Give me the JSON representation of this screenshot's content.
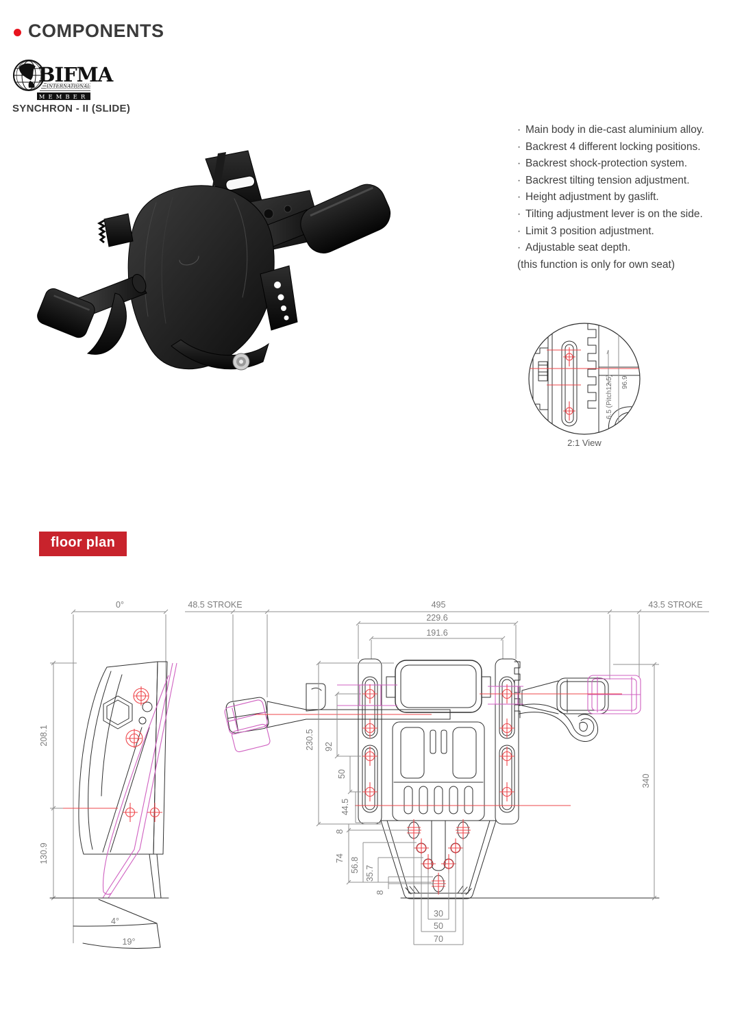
{
  "header": {
    "title": "COMPONENTS"
  },
  "logo": {
    "name": "BIFMA",
    "subtitle": "INTERNATIONAL",
    "member": "MEMBER"
  },
  "product": {
    "model": "SYNCHRON - II (SLIDE)"
  },
  "features": {
    "bullet": "·",
    "items": [
      "Main body in die-cast aluminium alloy.",
      "Backrest 4 different locking positions.",
      "Backrest shock-protection system.",
      "Backrest tilting tension adjustment.",
      "Height adjustment by gaslift.",
      "Tilting adjustment lever is on the side.",
      "Limit 3 position adjustment.",
      "Adjustable seat depth."
    ],
    "note": "(this function is only for own seat)"
  },
  "detail_view": {
    "dim_pitch": "6.5 (Pitch12.5)",
    "dim_height": "96.9",
    "caption": "2:1 View"
  },
  "floor_plan": {
    "label": "floor plan",
    "dims": {
      "angle_0": "0°",
      "stroke_left": "48.5 STROKE",
      "total_width": "495",
      "stroke_right": "43.5 STROKE",
      "width_229_6": "229.6",
      "width_191_6": "191.6",
      "height_208_1": "208.1",
      "height_130_9": "130.9",
      "angle_4": "4°",
      "angle_19": "19°",
      "col_230_5": "230.5",
      "col_92": "92",
      "col_50": "50",
      "col_44_5": "44.5",
      "col_8_top": "8",
      "col_74": "74",
      "col_56_8": "56.8",
      "col_35_7": "35.7",
      "col_8_bottom": "8",
      "height_340": "340",
      "base_30": "30",
      "base_50": "50",
      "base_70": "70"
    }
  },
  "colors": {
    "accent_red": "#e8141e",
    "chip_red": "#c8232c",
    "magenta": "#cf5fc0",
    "centerline_red": "#ee4449"
  }
}
